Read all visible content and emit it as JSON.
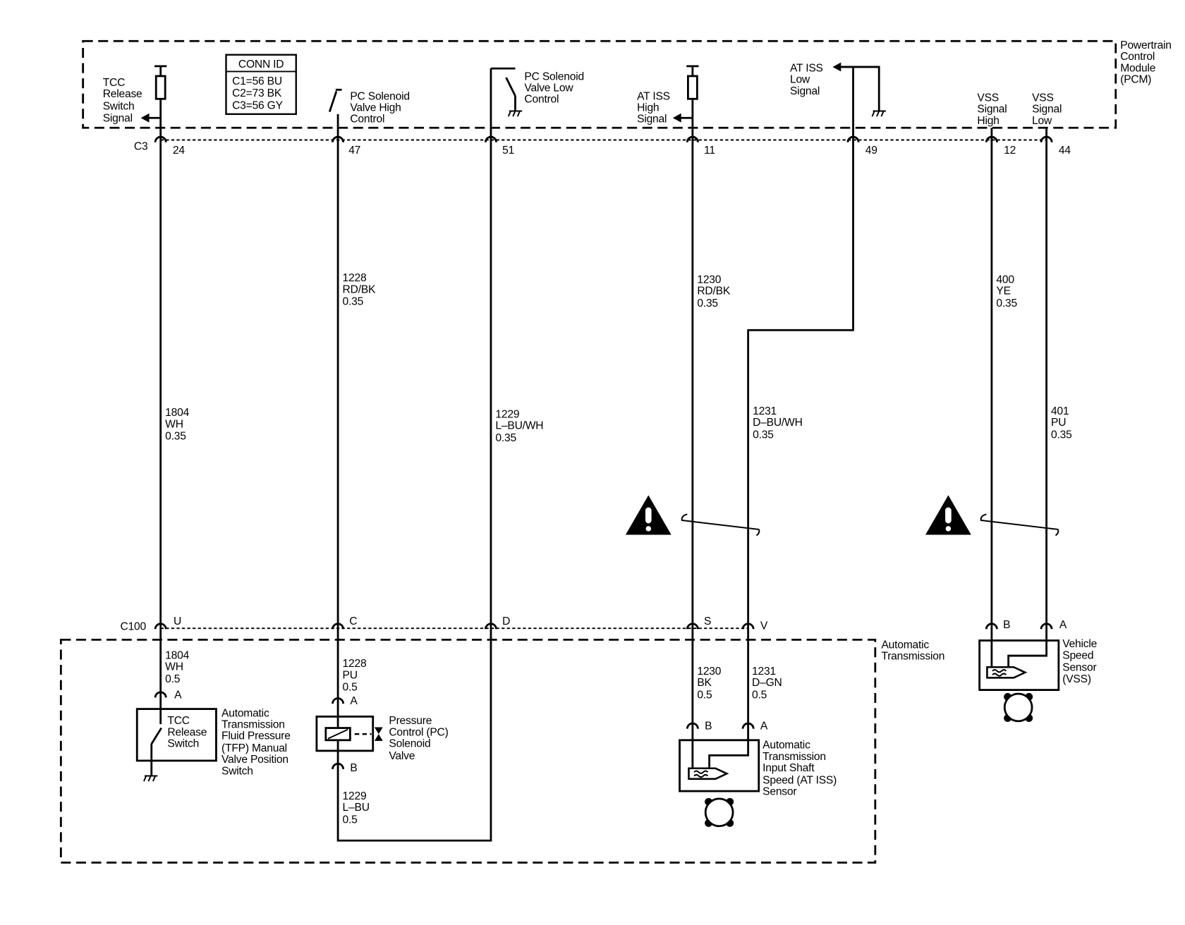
{
  "pcm": {
    "title": [
      "Powertrain",
      "Control",
      "Module",
      "(PCM)"
    ],
    "conn_id": {
      "title": "CONN ID",
      "rows": [
        "C1=56 BU",
        "C2=73 BK",
        "C3=56 GY"
      ]
    },
    "connector": "C3",
    "circuits": [
      {
        "label": [
          "TCC",
          "Release",
          "Switch",
          "Signal"
        ],
        "pin": "24"
      },
      {
        "label": [
          "PC Solenoid",
          "Valve High",
          "Control"
        ],
        "pin": "47"
      },
      {
        "label": [
          "PC Solenoid",
          "Valve Low",
          "Control"
        ],
        "pin": "51"
      },
      {
        "label": [
          "AT ISS",
          "High",
          "Signal"
        ],
        "pin": "11"
      },
      {
        "label": [
          "AT ISS",
          "Low",
          "Signal"
        ],
        "pin": "49"
      },
      {
        "label": [
          "VSS",
          "Signal",
          "High"
        ],
        "pin": "12"
      },
      {
        "label": [
          "VSS",
          "Signal",
          "Low"
        ],
        "pin": "44"
      }
    ]
  },
  "wires": {
    "upper": [
      {
        "circuit": "1804",
        "color_code": "WH",
        "gauge": "0.35"
      },
      {
        "circuit": "1228",
        "color_code": "RD/BK",
        "gauge": "0.35"
      },
      {
        "circuit": "1229",
        "color_code": "L–BU/WH",
        "gauge": "0.35"
      },
      {
        "circuit": "1230",
        "color_code": "RD/BK",
        "gauge": "0.35"
      },
      {
        "circuit": "1231",
        "color_code": "D–BU/WH",
        "gauge": "0.35"
      },
      {
        "circuit": "400",
        "color_code": "YE",
        "gauge": "0.35"
      },
      {
        "circuit": "401",
        "color_code": "PU",
        "gauge": "0.35"
      }
    ],
    "lower": [
      {
        "circuit": "1804",
        "color_code": "WH",
        "gauge": "0.5"
      },
      {
        "circuit": "1228",
        "color_code": "PU",
        "gauge": "0.5"
      },
      {
        "circuit": "1229",
        "color_code": "L–BU",
        "gauge": "0.5"
      },
      {
        "circuit": "1230",
        "color_code": "BK",
        "gauge": "0.5"
      },
      {
        "circuit": "1231",
        "color_code": "D–GN",
        "gauge": "0.5"
      }
    ]
  },
  "c100": {
    "name": "C100",
    "pins": [
      "U",
      "C",
      "D",
      "S",
      "V"
    ]
  },
  "transmission": {
    "title": [
      "Automatic",
      "Transmission"
    ]
  },
  "components": {
    "tcc_switch": {
      "pin": "A",
      "face": [
        "TCC",
        "Release",
        "Switch"
      ],
      "label": [
        "Automatic",
        "Transmission",
        "Fluid Pressure",
        "(TFP) Manual",
        "Valve Position",
        "Switch"
      ]
    },
    "pc_solenoid": {
      "pins": {
        "top": "A",
        "bottom": "B"
      },
      "label": [
        "Pressure",
        "Control (PC)",
        "Solenoid",
        "Valve"
      ]
    },
    "at_iss_sensor": {
      "pins": {
        "left": "B",
        "right": "A"
      },
      "label": [
        "Automatic",
        "Transmission",
        "Input Shaft",
        "Speed (AT ISS)",
        "Sensor"
      ]
    },
    "vss": {
      "pins": {
        "left": "B",
        "right": "A"
      },
      "label": [
        "Vehicle",
        "Speed",
        "Sensor",
        "(VSS)"
      ]
    }
  },
  "icons": [
    "warning-triangle-icon",
    "ground-icon",
    "tone-wheel-icon",
    "resistor-icon",
    "switch-icon",
    "arrow-left-icon",
    "solenoid-coil-icon",
    "valve-icon",
    "sensor-element-icon",
    "twisted-pair-icon",
    "connector-pin-icon"
  ],
  "colors": {
    "line": "#000000",
    "background": "#ffffff"
  }
}
